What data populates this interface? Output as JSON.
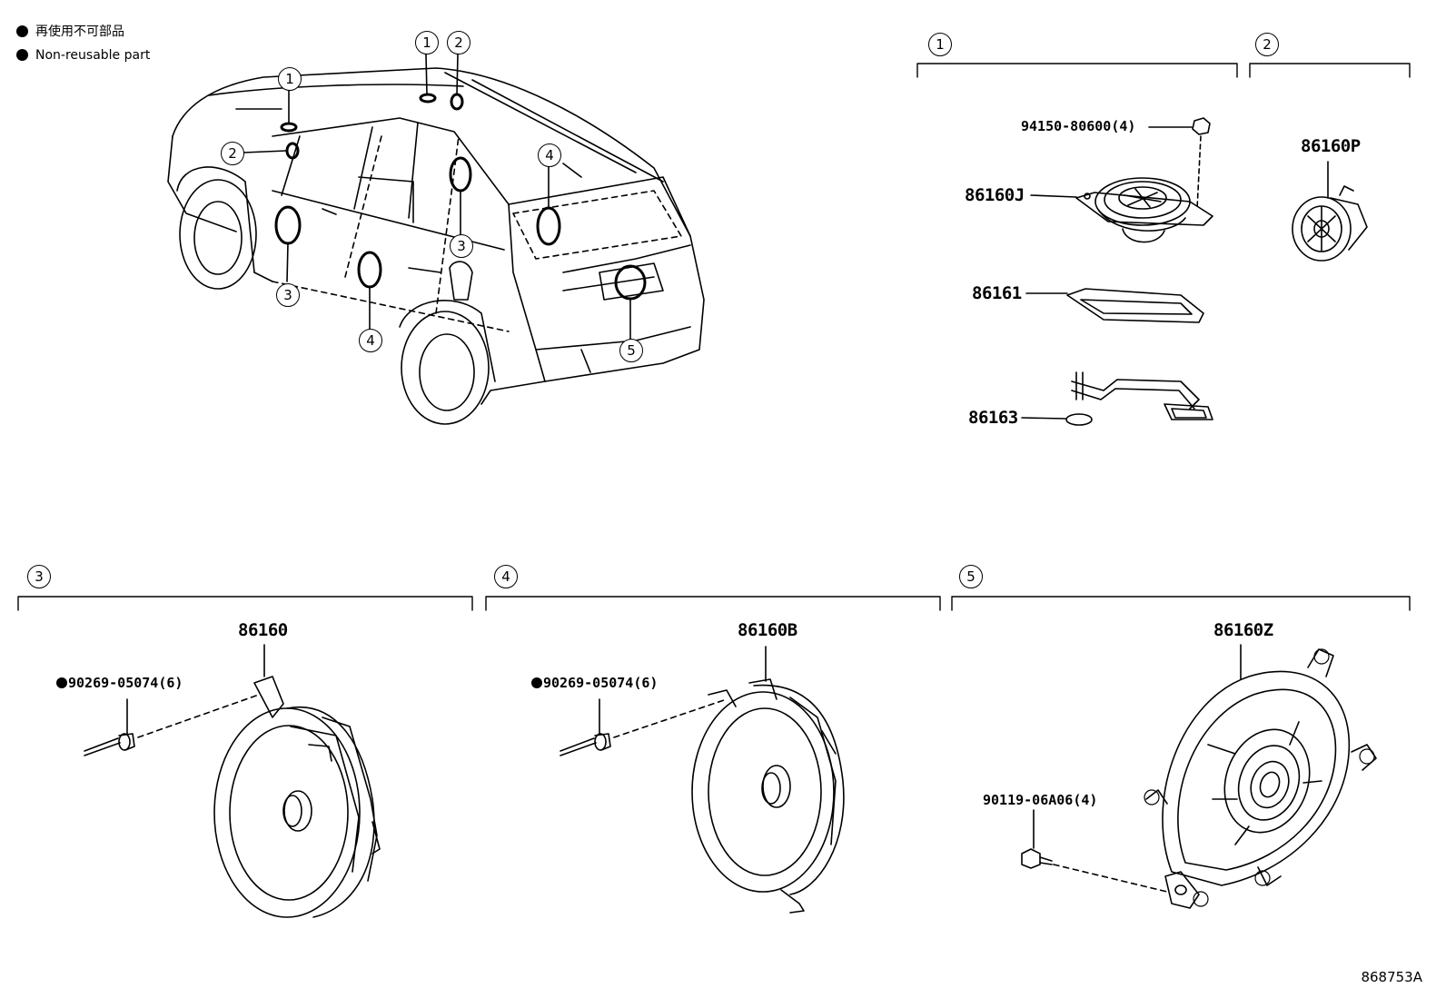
{
  "legend": {
    "jp": "再使用不可部品",
    "en": "Non-reusable part"
  },
  "group_markers": [
    "1",
    "2",
    "3",
    "4",
    "5"
  ],
  "parts": {
    "nut_94150": "94150-80600(4)",
    "p_86160J": "86160J",
    "p_86160P": "86160P",
    "p_86161": "86161",
    "p_86163": "86163",
    "p_86160": "86160",
    "p_86160B": "86160B",
    "p_86160Z": "86160Z",
    "rivet_a": "90269-05074(6)",
    "rivet_b": "90269-05074(6)",
    "screw_90119": "90119-06A06(4)"
  },
  "figure_id": "868753A",
  "colors": {
    "line": "#000000",
    "background": "#ffffff"
  }
}
